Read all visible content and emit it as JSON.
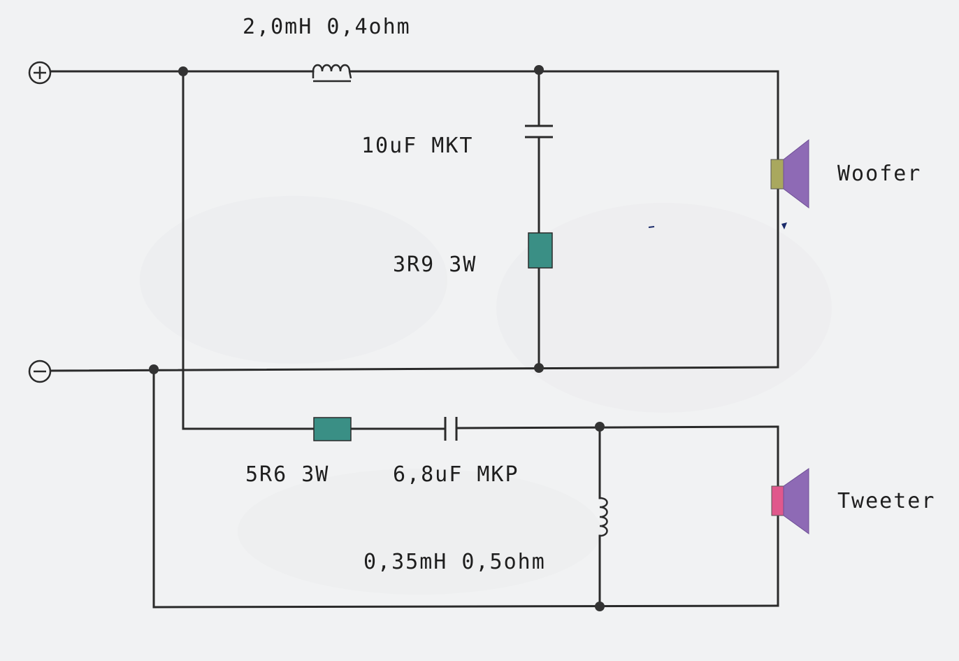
{
  "colors": {
    "background": "#f1f2f3",
    "wire": "#2a2a2a",
    "resistor": "#3a8f85",
    "speaker_cone": "#8e6ab5",
    "woofer_magnet": "#a9a85e",
    "tweeter_magnet": "#e0588c"
  },
  "terminals": {
    "positive_icon": "plus-terminal-icon",
    "negative_icon": "minus-terminal-icon"
  },
  "woofer_section": {
    "inductor_label": "2,0mH 0,4ohm",
    "capacitor_label": "10uF MKT",
    "resistor_label": "3R9 3W",
    "speaker_label": "Woofer"
  },
  "tweeter_section": {
    "resistor_label": "5R6 3W",
    "capacitor_label": "6,8uF MKP",
    "inductor_label": "0,35mH 0,5ohm",
    "speaker_label": "Tweeter"
  }
}
